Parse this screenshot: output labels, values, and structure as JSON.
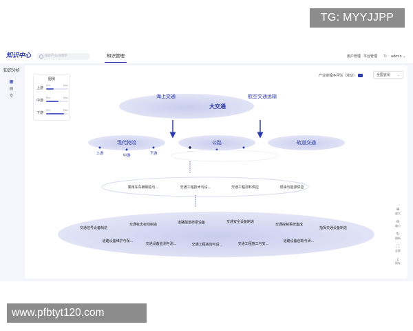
{
  "watermark": {
    "top_right": "TG: MYYJJPP",
    "bottom_left": "www.pfbtyt120.com"
  },
  "header": {
    "logo": "知识中心",
    "search_placeholder": "搜索产业/关键字",
    "active_tab": "知识管理",
    "user_mgmt": "用户管理",
    "platform_mgmt": "平台管理",
    "refresh_icon": "refresh-icon",
    "user": "admin"
  },
  "sidebar": {
    "title": "知识分析",
    "icons": [
      "grid-icon",
      "table-icon",
      "settings-icon"
    ]
  },
  "legend": {
    "title": "图例",
    "rows": [
      {
        "label": "上游",
        "min": "Min",
        "max": "Max",
        "level": 0.35
      },
      {
        "label": "中游",
        "min": "Min",
        "max": "Max",
        "level": 0.55
      },
      {
        "label": "下游",
        "min": "Min",
        "max": "Max",
        "level": 0.8
      }
    ]
  },
  "controls": {
    "indicator_label": "产业链程序评估（滑动）",
    "region_select": "全国省份"
  },
  "graph": {
    "top": {
      "center": "大交通",
      "left": "海上交通",
      "right": "航空交通运输"
    },
    "level2": {
      "left": "现代物流",
      "center": "公路",
      "right": "轨道交通"
    },
    "stream": {
      "up": "上游",
      "mid": "中游",
      "down": "下游"
    },
    "level3": [
      "乘用车车辆制造与...",
      "交通工程技术与设...",
      "交通工程材料供应",
      "燃油与能源供应"
    ],
    "level4_top": [
      "交通信号设备制造",
      "交通标志标线制造",
      "道路隧道桥梁设备",
      "交通安全设备制造",
      "交通控制系统集成",
      "指挥交通设备制造"
    ],
    "level4_bottom": [
      "道路设备维护与保...",
      "交通设备监测与测...",
      "交通工程咨询与设...",
      "交通工程施工与安...",
      "道路设备创新与研..."
    ]
  },
  "tools": [
    {
      "icon": "zoom-in-icon",
      "label": "放大"
    },
    {
      "icon": "zoom-out-icon",
      "label": "缩小"
    },
    {
      "icon": "refresh-icon",
      "label": "刷新"
    },
    {
      "icon": "fullscreen-icon",
      "label": "全屏"
    },
    {
      "icon": "download-icon",
      "label": "保存"
    }
  ],
  "colors": {
    "accent": "#2b3aa8",
    "node_fill": "#d9dcf3",
    "node_text": "#2b3aa8"
  }
}
